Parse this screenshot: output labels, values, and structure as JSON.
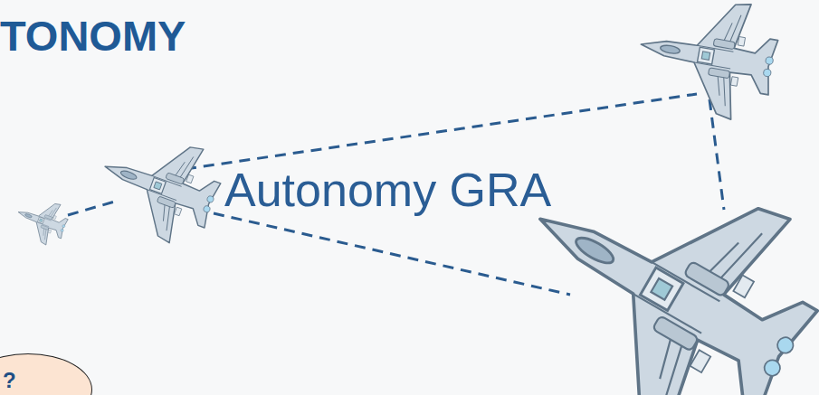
{
  "diagram": {
    "title": "TONOMY",
    "nodes": [
      {
        "text": [
          "?"
        ]
      }
    ],
    "labels": [
      "Autonomy GRA"
    ]
  }
}
